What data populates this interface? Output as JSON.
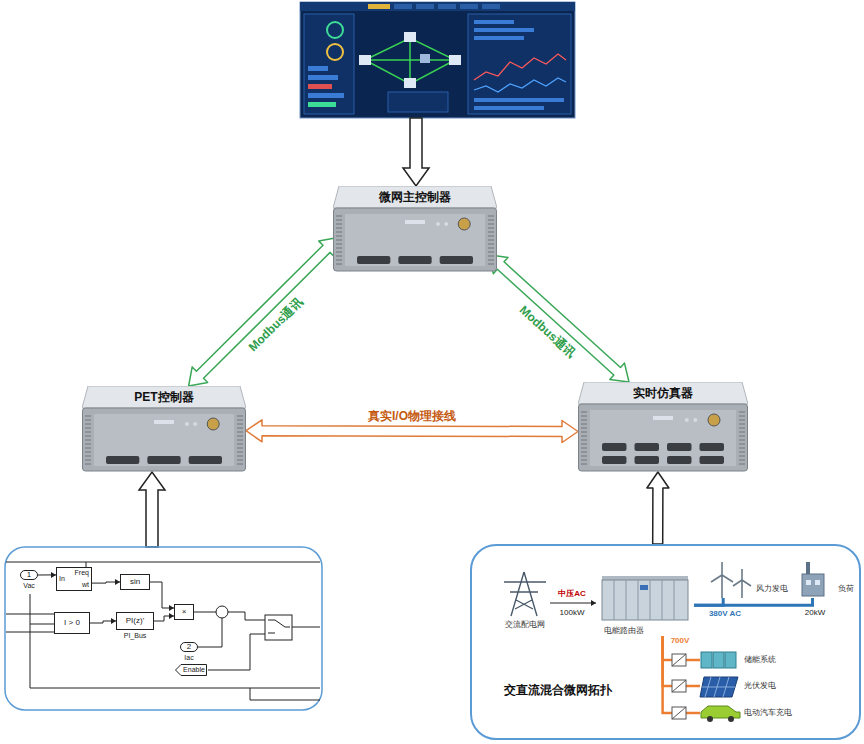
{
  "diagram": {
    "nodes": [
      {
        "text": [
          "微网主控制器"
        ]
      },
      {
        "text": [
          "PET控制器"
        ]
      },
      {
        "text": [
          "实时仿真器"
        ]
      },
      {
        "text": [
          "1",
          "Vac"
        ]
      },
      {
        "text": [
          "In",
          "Freq",
          "wt"
        ]
      },
      {
        "text": [
          "sin"
        ]
      },
      {
        "text": [
          "I > 0"
        ]
      },
      {
        "text": [
          "PI(z)'",
          "PI_Bus"
        ]
      },
      {
        "text": [
          "×"
        ]
      },
      {
        "text": [
          "2",
          "Iac"
        ]
      },
      {
        "text": [
          "Enable"
        ]
      },
      {
        "text": [
          "交直流混合微网拓扑"
        ]
      },
      {
        "text": [
          "交流配电网"
        ],
        "in": 11
      },
      {
        "text": [
          "电能路由器"
        ],
        "in": 11
      },
      {
        "text": [
          "风力发电"
        ],
        "in": 11
      },
      {
        "text": [
          "负荷"
        ],
        "in": 11
      },
      {
        "text": [
          "储能系统"
        ],
        "in": 11
      },
      {
        "text": [
          "光伏发电"
        ],
        "in": 11
      },
      {
        "text": [
          "电动汽车充电"
        ],
        "in": 11
      }
    ],
    "edges": [
      {
        "from": 0,
        "to": 1,
        "label": "Modbus通讯",
        "arrow": "both"
      },
      {
        "from": 0,
        "to": 2,
        "label": "Modbus通讯",
        "arrow": "both"
      },
      {
        "from": 1,
        "to": 2,
        "label": "真实I/O物理接线",
        "arrow": "both"
      },
      {
        "from": 11,
        "to": 2,
        "arrow": "to"
      },
      {
        "from": 3,
        "to": 4,
        "arrow": "to"
      },
      {
        "from": 4,
        "to": 5,
        "arrow": "to"
      },
      {
        "from": 5,
        "to": 8,
        "arrow": "to"
      },
      {
        "from": 6,
        "to": 7,
        "arrow": "to"
      },
      {
        "from": 7,
        "to": 8,
        "arrow": "to"
      },
      {
        "from": 12,
        "to": 13,
        "label": "中压AC",
        "arrow": "to"
      },
      {
        "from": 13,
        "to": 14,
        "arrow": "none"
      },
      {
        "from": 13,
        "to": 15,
        "label": "380V AC",
        "arrow": "none"
      },
      {
        "from": 13,
        "to": 16,
        "arrow": "none"
      },
      {
        "from": 13,
        "to": 17,
        "arrow": "none"
      },
      {
        "from": 13,
        "to": 18,
        "arrow": "none"
      }
    ],
    "labels": [
      "100kW",
      "20kW",
      "700V"
    ]
  }
}
